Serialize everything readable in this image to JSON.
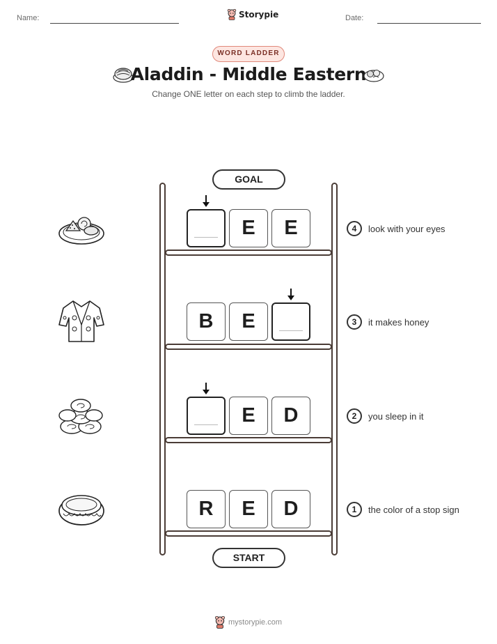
{
  "header": {
    "name_label": "Name:",
    "date_label": "Date:",
    "brand": "Storypie"
  },
  "worksheet": {
    "badge": "WORD LADDER",
    "title": "Aladdin - Middle Eastern",
    "subtitle": "Change ONE letter on each step to climb the ladder."
  },
  "ladder": {
    "goal_label": "GOAL",
    "start_label": "START",
    "steps": [
      {
        "number": "4",
        "letters": [
          "",
          "E",
          "E"
        ],
        "clue": "look with your eyes",
        "icon": "cookie-plate-icon"
      },
      {
        "number": "3",
        "letters": [
          "B",
          "E",
          ""
        ],
        "clue": "it makes honey",
        "icon": "robe-icon"
      },
      {
        "number": "2",
        "letters": [
          "",
          "E",
          "D"
        ],
        "clue": "you sleep in it",
        "icon": "cookie-stack-icon"
      },
      {
        "number": "1",
        "letters": [
          "R",
          "E",
          "D"
        ],
        "clue": "the color of a stop sign",
        "icon": "bracelet-icon"
      }
    ]
  },
  "footer": {
    "site": "mystorypie.com"
  },
  "colors": {
    "badge_bg": "#fde6e1",
    "badge_border": "#e0887a",
    "ladder": "#4a3c36"
  }
}
